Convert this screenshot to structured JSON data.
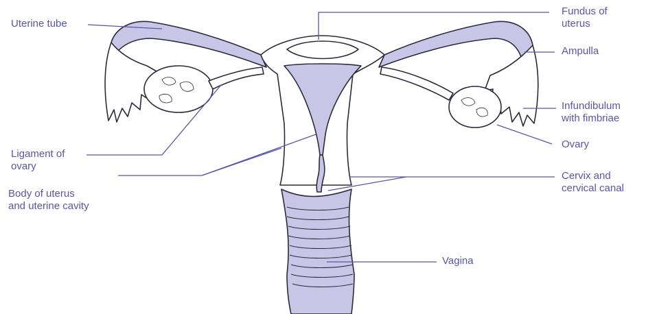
{
  "colors": {
    "fill": "#c9c5e6",
    "outline": "#2a2a3a",
    "leader": "#5b54a8",
    "label": "#5b54a8"
  },
  "labels": {
    "uterine_tube": "Uterine tube",
    "fundus": [
      "Fundus of",
      "uterus"
    ],
    "ampulla": "Ampulla",
    "infundibulum": [
      "Infundibulum",
      "with fimbriae"
    ],
    "ovary_right": "Ovary",
    "ligament": [
      "Ligament of",
      "ovary"
    ],
    "body_uterus": [
      "Body of uterus",
      "and uterine cavity"
    ],
    "cervix": [
      "Cervix and",
      "cervical canal"
    ],
    "vagina": "Vagina"
  }
}
